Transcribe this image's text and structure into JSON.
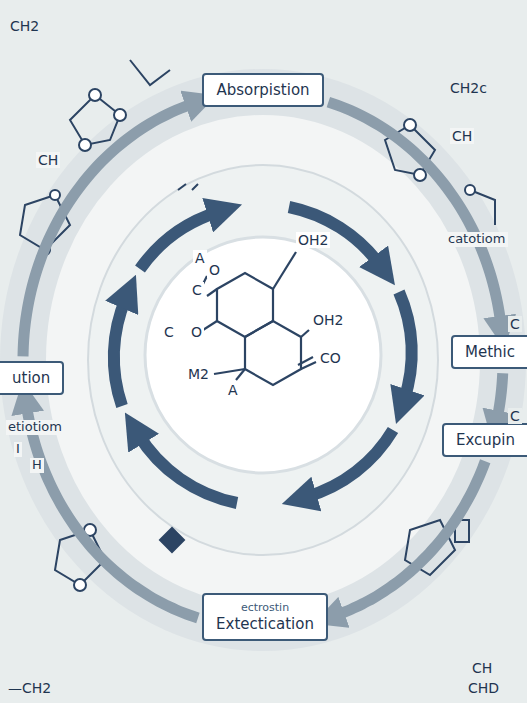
{
  "diagram": {
    "nodes": [
      {
        "text": [
          "Absorpistion"
        ]
      },
      {
        "text": [
          "Methic"
        ]
      },
      {
        "text": [
          "Excupin"
        ]
      },
      {
        "text": [
          "ectrostin",
          "Extectication"
        ]
      },
      {
        "text": [
          "ution"
        ]
      }
    ],
    "edges": [
      {
        "from": 0,
        "to": 1,
        "arrow": "to"
      },
      {
        "from": 1,
        "to": 2,
        "arrow": "to"
      },
      {
        "from": 2,
        "to": 3,
        "arrow": "to"
      },
      {
        "from": 3,
        "to": 4,
        "arrow": "to"
      },
      {
        "from": 4,
        "to": 0,
        "arrow": "to"
      }
    ],
    "labels": [
      "CH2",
      "CH2c",
      "CH",
      "CH",
      "catotiom",
      "C",
      "C",
      "etiotiom",
      "I",
      "H",
      "—CH2",
      "CH",
      "CHD",
      "A",
      "O",
      "C",
      "OH2",
      "OH2",
      "C",
      "O",
      "CO",
      "M2",
      "A"
    ]
  }
}
